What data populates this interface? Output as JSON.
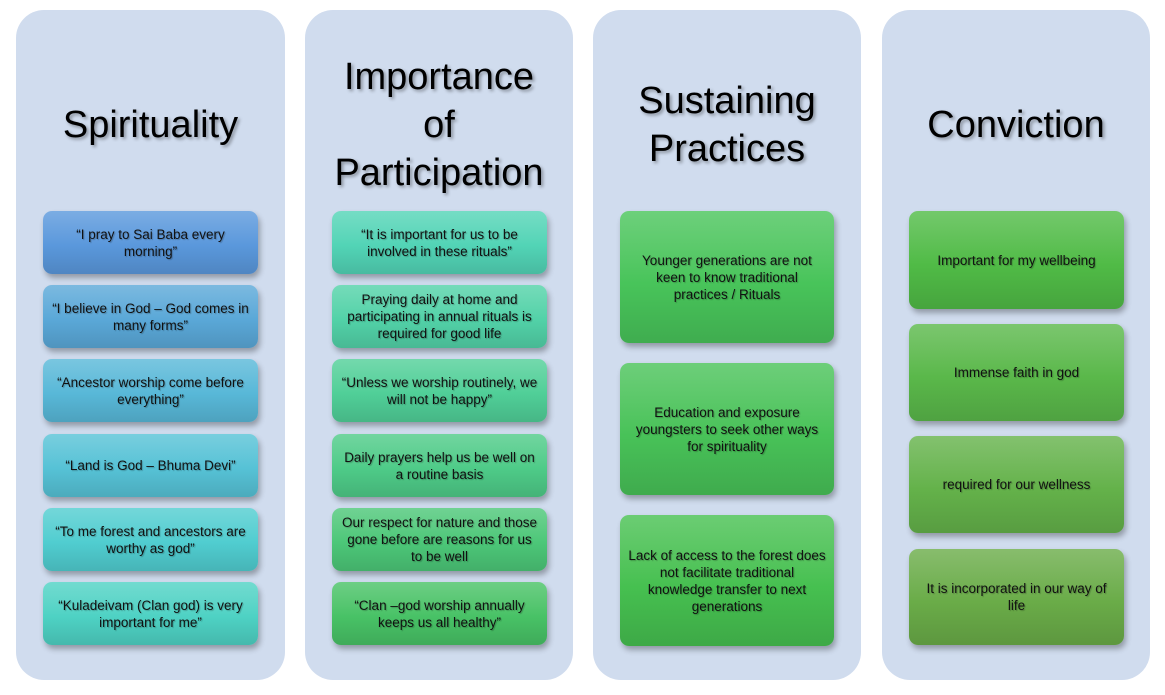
{
  "columns": [
    {
      "title": "Spirituality",
      "items": [
        "“I pray to Sai Baba every morning”",
        "“I believe in God – God comes in many forms”",
        "“Ancestor worship come before everything”",
        "“Land is God – Bhuma Devi”",
        "“To me forest and ancestors are worthy as god”",
        "“Kuladeivam (Clan god)  is very important for me”"
      ],
      "colors": [
        "#5a98dc",
        "#5aa8d8",
        "#58b8d8",
        "#56c2d6",
        "#50cdd0",
        "#4ed2c4"
      ]
    },
    {
      "title": "Importance of Participation",
      "items": [
        "“It is important for us to be involved in these rituals”",
        "Praying daily  at home and participating in annual rituals is required for good life",
        "“Unless we worship routinely, we will not be happy”",
        "Daily prayers help us be well on a routine basis",
        "Our respect for nature and those gone before are reasons for us to be well",
        "“Clan –god worship annually keeps us all healthy”"
      ],
      "colors": [
        "#52d4b6",
        "#52d2a8",
        "#50cf98",
        "#4ecb88",
        "#4cc778",
        "#48c266"
      ]
    },
    {
      "title": "Sustaining Practices",
      "items": [
        "Younger generations are not keen to know traditional practices / Rituals",
        "Education and exposure youngsters to seek other ways for spirituality",
        "Lack of access to the forest does not facilitate traditional knowledge transfer to next generations"
      ],
      "colors": [
        "#48c45a",
        "#48c258",
        "#46c050"
      ]
    },
    {
      "title": "Conviction",
      "items": [
        "Important for my wellbeing",
        "Immense faith in god",
        "required for our wellness",
        "It is incorporated in our way of life"
      ],
      "colors": [
        "#50bb46",
        "#5ab84a",
        "#64b24a",
        "#6aac48"
      ]
    }
  ]
}
